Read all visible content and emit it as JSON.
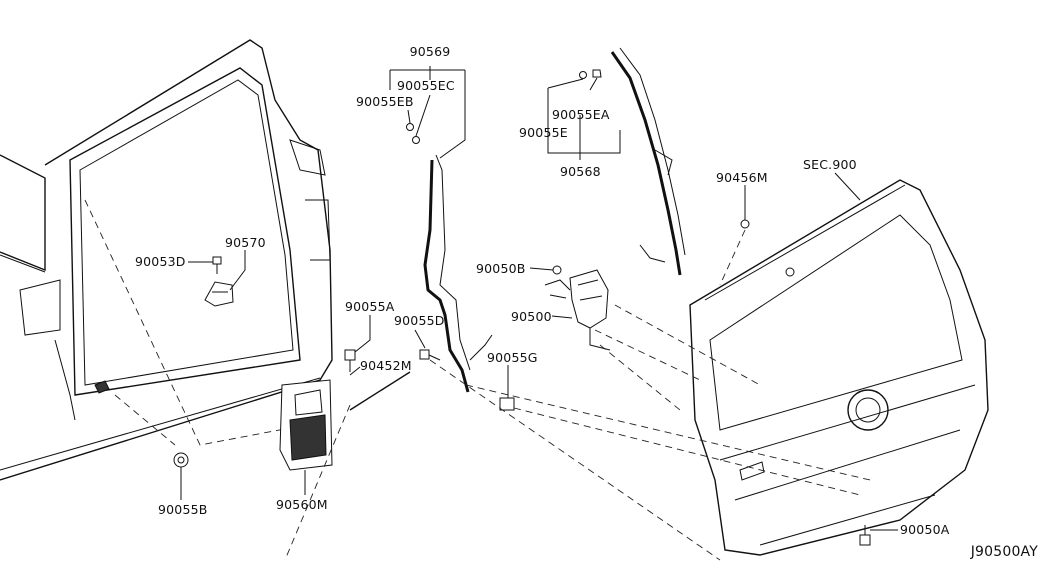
{
  "diagram": {
    "ref_code": "J90500AY",
    "callouts": [
      {
        "id": "c90569",
        "text": "90569"
      },
      {
        "id": "c90055EC",
        "text": "90055EC"
      },
      {
        "id": "c90055EB",
        "text": "90055EB"
      },
      {
        "id": "c90055EA",
        "text": "90055EA"
      },
      {
        "id": "c90055E",
        "text": "90055E"
      },
      {
        "id": "c90568",
        "text": "90568"
      },
      {
        "id": "cSEC900",
        "text": "SEC.900"
      },
      {
        "id": "c90456M",
        "text": "90456M"
      },
      {
        "id": "c90053D",
        "text": "90053D"
      },
      {
        "id": "c90570",
        "text": "90570"
      },
      {
        "id": "c90050B",
        "text": "90050B"
      },
      {
        "id": "c90055A",
        "text": "90055A"
      },
      {
        "id": "c90500",
        "text": "90500"
      },
      {
        "id": "c90055D",
        "text": "90055D"
      },
      {
        "id": "c90452M",
        "text": "90452M"
      },
      {
        "id": "c90055G",
        "text": "90055G"
      },
      {
        "id": "c90055B",
        "text": "90055B"
      },
      {
        "id": "c90560M",
        "text": "90560M"
      },
      {
        "id": "c90050A",
        "text": "90050A"
      }
    ]
  }
}
